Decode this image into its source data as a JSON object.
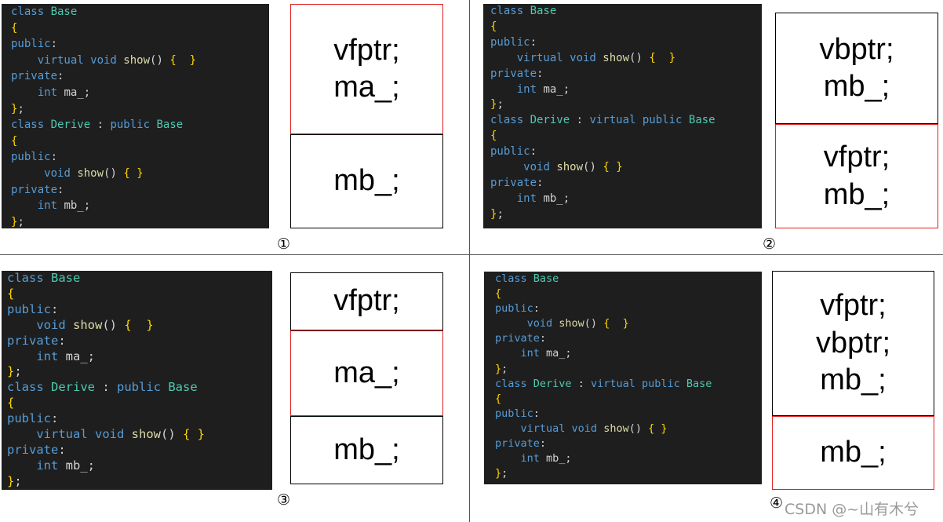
{
  "panels": [
    {
      "code": [
        [
          [
            "kw",
            "class "
          ],
          [
            "ty",
            "Base"
          ]
        ],
        [
          [
            "br",
            "{"
          ]
        ],
        [
          [
            "kw",
            "public"
          ],
          [
            "pl",
            ":"
          ]
        ],
        [
          [
            "pl",
            "    "
          ],
          [
            "kw",
            "virtual void "
          ],
          [
            "fn",
            "show"
          ],
          [
            "pl",
            "() "
          ],
          [
            "br",
            "{"
          ],
          [
            "pl",
            "  "
          ],
          [
            "br",
            "}"
          ]
        ],
        [
          [
            "kw",
            "private"
          ],
          [
            "pl",
            ":"
          ]
        ],
        [
          [
            "pl",
            "    "
          ],
          [
            "kw",
            "int "
          ],
          [
            "pl",
            "ma_;"
          ]
        ],
        [
          [
            "br",
            "}"
          ],
          [
            "pl",
            ";"
          ]
        ],
        [
          [
            "kw",
            "class "
          ],
          [
            "ty",
            "Derive"
          ],
          [
            "pl",
            " : "
          ],
          [
            "kw",
            "public "
          ],
          [
            "ty",
            "Base"
          ]
        ],
        [
          [
            "br",
            "{"
          ]
        ],
        [
          [
            "kw",
            "public"
          ],
          [
            "pl",
            ":"
          ]
        ],
        [
          [
            "pl",
            "     "
          ],
          [
            "kw",
            "void "
          ],
          [
            "fn",
            "show"
          ],
          [
            "pl",
            "() "
          ],
          [
            "br",
            "{"
          ],
          [
            "pl",
            " "
          ],
          [
            "br",
            "}"
          ]
        ],
        [
          [
            "kw",
            "private"
          ],
          [
            "pl",
            ":"
          ]
        ],
        [
          [
            "pl",
            "    "
          ],
          [
            "kw",
            "int "
          ],
          [
            "pl",
            "mb_;"
          ]
        ],
        [
          [
            "br",
            "}"
          ],
          [
            "pl",
            ";"
          ]
        ]
      ],
      "boxes": [
        {
          "lines": [
            "vfptr;",
            "ma_;"
          ],
          "border": "red"
        },
        {
          "lines": [
            "mb_;"
          ],
          "border": "black"
        }
      ],
      "label": "①"
    },
    {
      "code": [
        [
          [
            "kw",
            "class "
          ],
          [
            "ty",
            "Base"
          ]
        ],
        [
          [
            "br",
            "{"
          ]
        ],
        [
          [
            "kw",
            "public"
          ],
          [
            "pl",
            ":"
          ]
        ],
        [
          [
            "pl",
            "    "
          ],
          [
            "kw",
            "virtual void "
          ],
          [
            "fn",
            "show"
          ],
          [
            "pl",
            "() "
          ],
          [
            "br",
            "{"
          ],
          [
            "pl",
            "  "
          ],
          [
            "br",
            "}"
          ]
        ],
        [
          [
            "kw",
            "private"
          ],
          [
            "pl",
            ":"
          ]
        ],
        [
          [
            "pl",
            "    "
          ],
          [
            "kw",
            "int "
          ],
          [
            "pl",
            "ma_;"
          ]
        ],
        [
          [
            "br",
            "}"
          ],
          [
            "pl",
            ";"
          ]
        ],
        [
          [
            "kw",
            "class "
          ],
          [
            "ty",
            "Derive"
          ],
          [
            "pl",
            " : "
          ],
          [
            "kw",
            "virtual public "
          ],
          [
            "ty",
            "Base"
          ]
        ],
        [
          [
            "br",
            "{"
          ]
        ],
        [
          [
            "kw",
            "public"
          ],
          [
            "pl",
            ":"
          ]
        ],
        [
          [
            "pl",
            "     "
          ],
          [
            "kw",
            "void "
          ],
          [
            "fn",
            "show"
          ],
          [
            "pl",
            "() "
          ],
          [
            "br",
            "{"
          ],
          [
            "pl",
            " "
          ],
          [
            "br",
            "}"
          ]
        ],
        [
          [
            "kw",
            "private"
          ],
          [
            "pl",
            ":"
          ]
        ],
        [
          [
            "pl",
            "    "
          ],
          [
            "kw",
            "int "
          ],
          [
            "pl",
            "mb_;"
          ]
        ],
        [
          [
            "br",
            "}"
          ],
          [
            "pl",
            ";"
          ]
        ]
      ],
      "boxes": [
        {
          "lines": [
            "vbptr;",
            "mb_;"
          ],
          "border": "black"
        },
        {
          "lines": [
            "vfptr;",
            "mb_;"
          ],
          "border": "red"
        }
      ],
      "label": "②"
    },
    {
      "code": [
        [
          [
            "kw",
            "class "
          ],
          [
            "ty",
            "Base"
          ]
        ],
        [
          [
            "br",
            "{"
          ]
        ],
        [
          [
            "kw",
            "public"
          ],
          [
            "pl",
            ":"
          ]
        ],
        [
          [
            "pl",
            "    "
          ],
          [
            "kw",
            "void "
          ],
          [
            "fn",
            "show"
          ],
          [
            "pl",
            "() "
          ],
          [
            "br",
            "{"
          ],
          [
            "pl",
            "  "
          ],
          [
            "br",
            "}"
          ]
        ],
        [
          [
            "kw",
            "private"
          ],
          [
            "pl",
            ":"
          ]
        ],
        [
          [
            "pl",
            "    "
          ],
          [
            "kw",
            "int "
          ],
          [
            "pl",
            "ma_;"
          ]
        ],
        [
          [
            "br",
            "}"
          ],
          [
            "pl",
            ";"
          ]
        ],
        [
          [
            "kw",
            "class "
          ],
          [
            "ty",
            "Derive"
          ],
          [
            "pl",
            " : "
          ],
          [
            "kw",
            "public "
          ],
          [
            "ty",
            "Base"
          ]
        ],
        [
          [
            "br",
            "{"
          ]
        ],
        [
          [
            "kw",
            "public"
          ],
          [
            "pl",
            ":"
          ]
        ],
        [
          [
            "pl",
            "    "
          ],
          [
            "kw",
            "virtual void "
          ],
          [
            "fn",
            "show"
          ],
          [
            "pl",
            "() "
          ],
          [
            "br",
            "{"
          ],
          [
            "pl",
            " "
          ],
          [
            "br",
            "}"
          ]
        ],
        [
          [
            "kw",
            "private"
          ],
          [
            "pl",
            ":"
          ]
        ],
        [
          [
            "pl",
            "    "
          ],
          [
            "kw",
            "int "
          ],
          [
            "pl",
            "mb_;"
          ]
        ],
        [
          [
            "br",
            "}"
          ],
          [
            "pl",
            ";"
          ]
        ]
      ],
      "boxes": [
        {
          "lines": [
            "vfptr;"
          ],
          "border": "black"
        },
        {
          "lines": [
            "ma_;"
          ],
          "border": "red"
        },
        {
          "lines": [
            "mb_;"
          ],
          "border": "black"
        }
      ],
      "label": "③"
    },
    {
      "code": [
        [
          [
            "kw",
            "class "
          ],
          [
            "ty",
            "Base"
          ]
        ],
        [
          [
            "br",
            "{"
          ]
        ],
        [
          [
            "kw",
            "public"
          ],
          [
            "pl",
            ":"
          ]
        ],
        [
          [
            "pl",
            "     "
          ],
          [
            "kw",
            "void "
          ],
          [
            "fn",
            "show"
          ],
          [
            "pl",
            "() "
          ],
          [
            "br",
            "{"
          ],
          [
            "pl",
            "  "
          ],
          [
            "br",
            "}"
          ]
        ],
        [
          [
            "kw",
            "private"
          ],
          [
            "pl",
            ":"
          ]
        ],
        [
          [
            "pl",
            "    "
          ],
          [
            "kw",
            "int "
          ],
          [
            "pl",
            "ma_;"
          ]
        ],
        [
          [
            "br",
            "}"
          ],
          [
            "pl",
            ";"
          ]
        ],
        [
          [
            "kw",
            "class "
          ],
          [
            "ty",
            "Derive"
          ],
          [
            "pl",
            " : "
          ],
          [
            "kw",
            "virtual public "
          ],
          [
            "ty",
            "Base"
          ]
        ],
        [
          [
            "br",
            "{"
          ]
        ],
        [
          [
            "kw",
            "public"
          ],
          [
            "pl",
            ":"
          ]
        ],
        [
          [
            "pl",
            "    "
          ],
          [
            "kw",
            "virtual void "
          ],
          [
            "fn",
            "show"
          ],
          [
            "pl",
            "() "
          ],
          [
            "br",
            "{"
          ],
          [
            "pl",
            " "
          ],
          [
            "br",
            "}"
          ]
        ],
        [
          [
            "kw",
            "private"
          ],
          [
            "pl",
            ":"
          ]
        ],
        [
          [
            "pl",
            "    "
          ],
          [
            "kw",
            "int "
          ],
          [
            "pl",
            "mb_;"
          ]
        ],
        [
          [
            "br",
            "}"
          ],
          [
            "pl",
            ";"
          ]
        ]
      ],
      "boxes": [
        {
          "lines": [
            "vfptr;",
            "vbptr;",
            "mb_;"
          ],
          "border": "black"
        },
        {
          "lines": [
            "mb_;"
          ],
          "border": "red"
        }
      ],
      "label": "④"
    }
  ],
  "watermark": "CSDN @~山有木兮"
}
